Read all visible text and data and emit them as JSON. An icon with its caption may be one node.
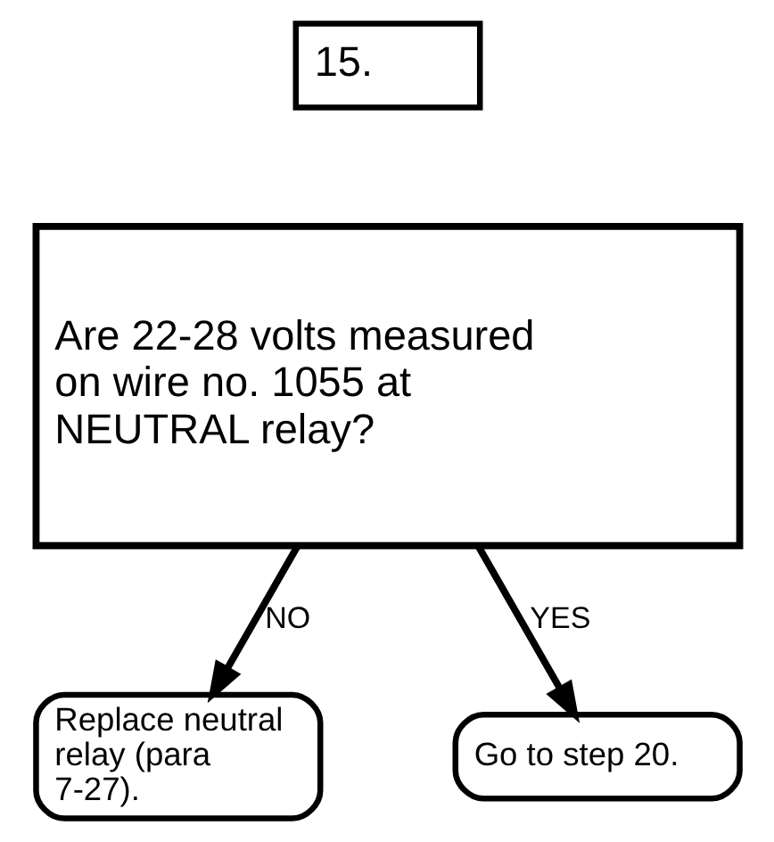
{
  "diagram": {
    "nodes": [
      {
        "text": [
          "15."
        ]
      },
      {
        "text": [
          "Are 22-28 volts measured on wire no. 1055 at NEUTRAL relay?"
        ]
      },
      {
        "text": [
          "Replace neutral relay (para 7-27)."
        ]
      },
      {
        "text": [
          "Go to step 20."
        ]
      }
    ],
    "edges": [
      {
        "from": 1,
        "to": 2,
        "arrow": "to",
        "label": "NO"
      },
      {
        "from": 1,
        "to": 3,
        "arrow": "to",
        "label": "YES"
      }
    ]
  }
}
